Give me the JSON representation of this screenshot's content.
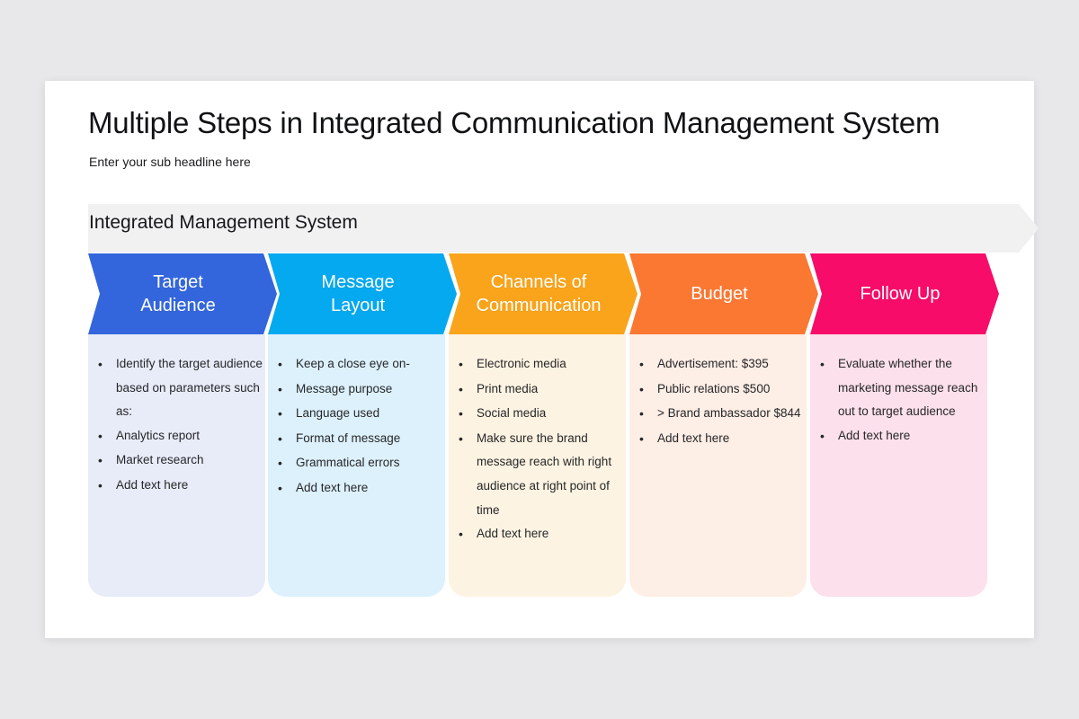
{
  "slide": {
    "title": "Multiple Steps in Integrated Communication Management System",
    "subtitle": "Enter your sub headline here",
    "section_heading": "Integrated Management System",
    "bullet_glyph": "•",
    "banner_color": "#f1f1f2",
    "canvas_color": "#ffffff",
    "page_background": "#e8e8ea"
  },
  "columns": [
    {
      "name": "target-audience",
      "header": "Target\nAudience",
      "header_color": "#3366dd",
      "panel_color": "#e7ecf8",
      "items": [
        "Identify the target audience based on parameters such as:",
        "Analytics report",
        "Market research",
        "Add text here"
      ]
    },
    {
      "name": "message-layout",
      "header": "Message\nLayout",
      "header_color": "#05a9ef",
      "panel_color": "#ddf1fc",
      "items": [
        "Keep a close eye on-",
        "Message purpose",
        "Language used",
        "Format of message",
        "Grammatical errors",
        "Add text here"
      ]
    },
    {
      "name": "channels-of-communication",
      "header": "Channels of\nCommunication",
      "header_color": "#f9a41b",
      "panel_color": "#fdf3e2",
      "items": [
        "Electronic media",
        "Print media",
        "Social media",
        "Make sure the brand message reach with right audience at right point of time",
        "Add text here"
      ]
    },
    {
      "name": "budget",
      "header": "Budget",
      "header_color": "#fa7832",
      "panel_color": "#fdeee6",
      "items": [
        "Advertisement: $395",
        "Public relations $500",
        "> Brand ambassador $844",
        "Add text here"
      ]
    },
    {
      "name": "follow-up",
      "header": "Follow Up",
      "header_color": "#f70c69",
      "panel_color": "#fce0eb",
      "items": [
        "Evaluate whether the marketing message reach out to target audience",
        "Add text here"
      ]
    }
  ]
}
